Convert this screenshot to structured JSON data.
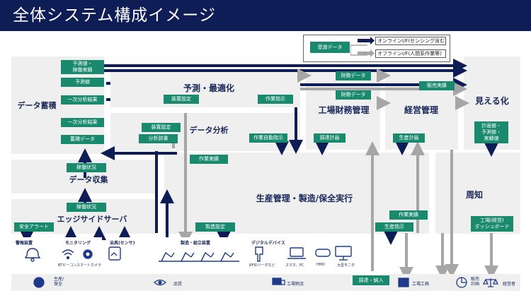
{
  "title": "全体システム構成イメージ",
  "legend": {
    "tag": "受渡データ",
    "online": "オンラインI/F(センシング含む)",
    "offline": "オフラインI/F(人間系作業等)"
  },
  "colors": {
    "navy": "#0f1d57",
    "green": "#198a6d",
    "gray": "#a6a6a6",
    "box": "#efeff0",
    "text": "#19275a"
  },
  "boxes": {
    "data_store": "データ蓄積",
    "predict": "予測・最適化",
    "analysis": "データ分析",
    "data_collect": "データ収集",
    "edge": "エッジサイドサーバ",
    "factory_finance": "工場財務管理",
    "management": "経営管理",
    "visualize": "見える化",
    "production": "生産管理・製造/保全実行",
    "notice": "周知"
  },
  "tags": {
    "pred_values": "予測値・\n稼働実績",
    "pred": "予測値",
    "primary1": "一次分析結果",
    "primary2": "一次分析結果",
    "store_data": "蓄積データ",
    "device_setting": "装置設定",
    "work_instr": "作業指示",
    "device_setting2": "装置設定",
    "analysis_dict": "分析辞書",
    "auto_instr": "作業自動指示",
    "finance1": "財務データ",
    "finance2": "財務データ",
    "sales": "販売実績",
    "adjust_plan": "調達計画",
    "prod_plan": "生産計画",
    "plan_values": "計画値・\n予測値・\n実績値",
    "work_result": "作業実績",
    "operation1": "稼働状況",
    "operation2": "稼働状況",
    "safety_alert": "安全アラート",
    "manuf_setting": "製造設定",
    "work_result2": "作業実績",
    "prod_instr": "生産指示",
    "dashboard": "工場(経営)\nダッシュボード"
  },
  "devices": {
    "alarm": "警報装置",
    "monitoring": "モニタリング",
    "beacon": "BTビーコン",
    "smartcam": "スマートカメラ",
    "jig": "治具(センサ)",
    "assembly": "製造・組立装置",
    "digital": "デジタルデバイス",
    "rfid": "RFIDリーダなど",
    "phone_pc": "スマホ、PC",
    "hmd": "HMD",
    "monitor": "大型モニタ"
  },
  "bottom": {
    "production_maint": "生産/\n保全",
    "quality": "品質",
    "logistics": "工場物流",
    "procurement": "調達・納入",
    "engineering": "工場工務",
    "sales_plan": "販売\n計画",
    "executive": "経営者"
  }
}
